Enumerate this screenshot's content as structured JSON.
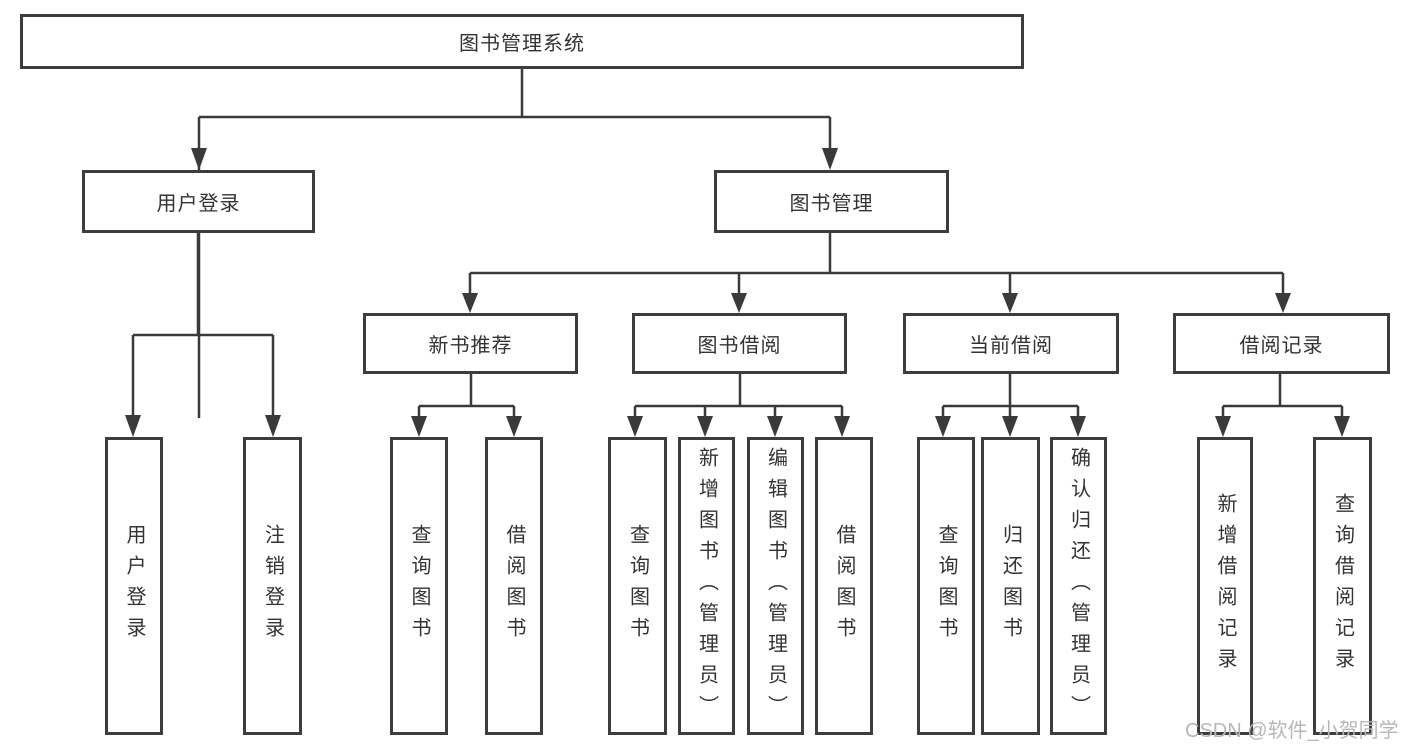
{
  "diagram": {
    "title": "图书管理系统",
    "colors": {
      "line": "#3a3a3a",
      "box_border": "#3d3d3d",
      "text": "#333333",
      "watermark": "#b7b7b7",
      "background": "#ffffff"
    },
    "nodes": {
      "root": {
        "label": "图书管理系统"
      },
      "l2": [
        {
          "label": "用户登录"
        },
        {
          "label": "图书管理"
        }
      ],
      "l3": [
        {
          "label": "新书推荐"
        },
        {
          "label": "图书借阅"
        },
        {
          "label": "当前借阅"
        },
        {
          "label": "借阅记录"
        }
      ],
      "l4": [
        {
          "label": "用户登录"
        },
        {
          "label": "注销登录"
        },
        {
          "label": "查询图书"
        },
        {
          "label": "借阅图书"
        },
        {
          "label": "查询图书"
        },
        {
          "label": "新增图书（管理员）"
        },
        {
          "label": "编辑图书（管理员）"
        },
        {
          "label": "借阅图书"
        },
        {
          "label": "查询图书"
        },
        {
          "label": "归还图书"
        },
        {
          "label": "确认归还（管理员）"
        },
        {
          "label": "新增借阅记录"
        },
        {
          "label": "查询借阅记录"
        }
      ]
    },
    "watermark": "CSDN @软件_小贺同学"
  }
}
